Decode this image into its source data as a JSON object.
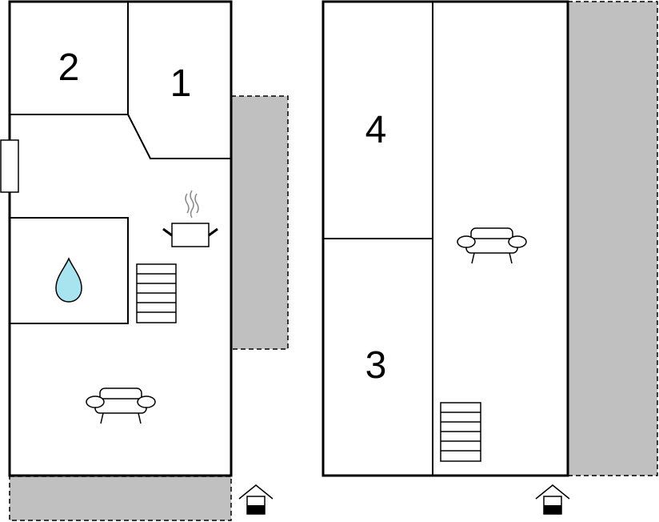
{
  "floor_ground": {
    "rooms": [
      {
        "id": "room-1",
        "label": "1"
      },
      {
        "id": "room-2",
        "label": "2"
      }
    ]
  },
  "floor_upper": {
    "rooms": [
      {
        "id": "room-3",
        "label": "3"
      },
      {
        "id": "room-4",
        "label": "4"
      }
    ]
  },
  "icons": [
    "water-drop-icon",
    "cooking-pot-icon",
    "sofa-icon",
    "stairs-icon",
    "entrance-icon"
  ],
  "colors": {
    "terrace": "#c0c0c0",
    "water": "#a8e4f0",
    "wall": "#000000"
  }
}
